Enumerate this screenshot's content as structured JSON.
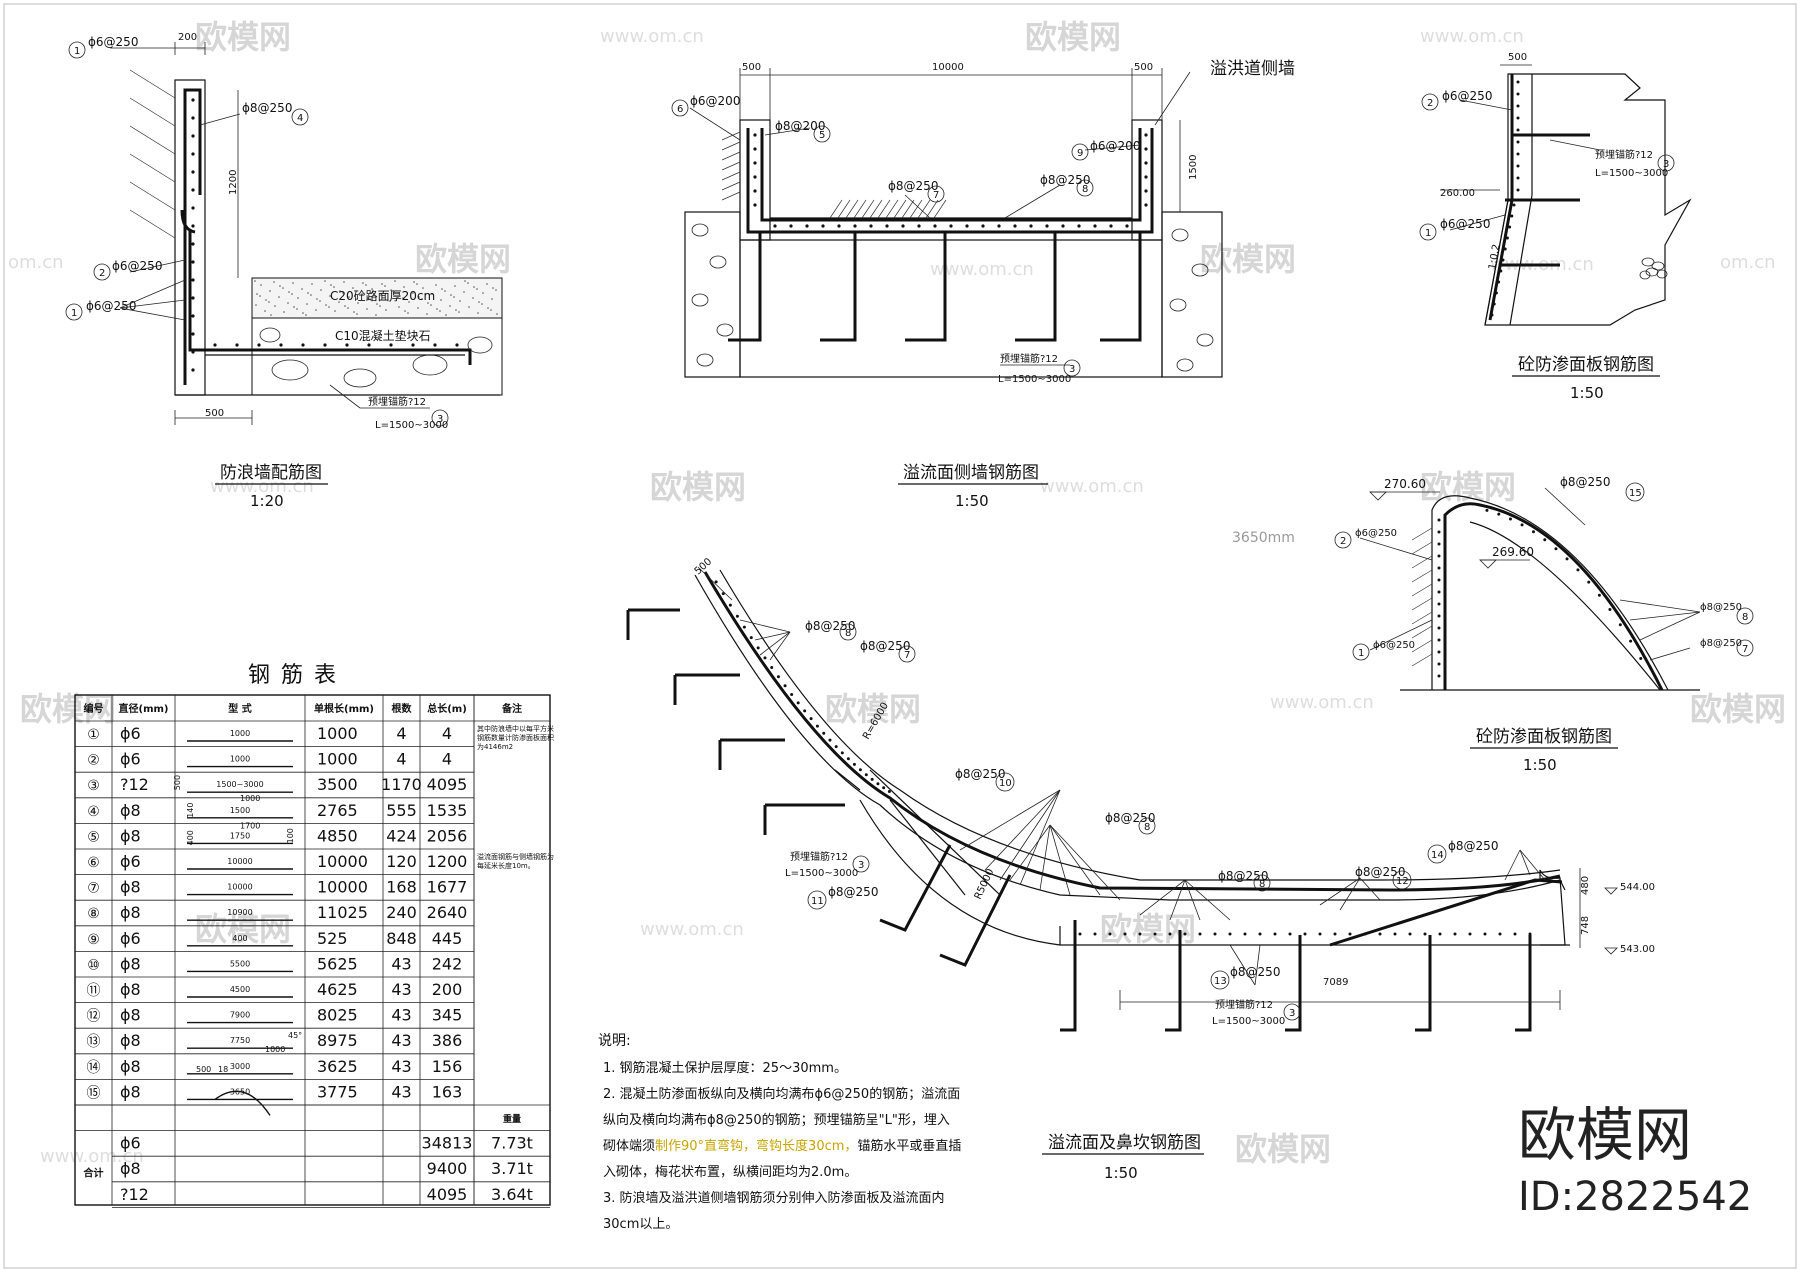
{
  "watermark": {
    "brand": "欧模网",
    "url": "www.om.cn",
    "corner_url": "om.cn"
  },
  "brand": {
    "name": "欧模网",
    "id": "ID:2822542"
  },
  "wave_wall": {
    "title": "防浪墙配筋图",
    "scale": "1:20",
    "labels": {
      "r1_top": "ϕ6@250",
      "dim_200": "200",
      "r4": "ϕ8@250",
      "dim_1200": "1200",
      "r2": "ϕ6@250",
      "r1_bot": "ϕ6@250",
      "c20": "C20砼路面厚20cm",
      "c10": "C10混凝土垫块石",
      "anchor": "预埋锚筋?12",
      "anchor_len": "L=1500~3000",
      "dim_500": "500"
    },
    "marks": {
      "m1a": "1",
      "m4": "4",
      "m2": "2",
      "m1b": "1",
      "m3": "3"
    }
  },
  "side_wall": {
    "title": "溢流面侧墙钢筋图",
    "scale": "1:50",
    "side_label": "溢洪道侧墙",
    "labels": {
      "d500a": "500",
      "d10000": "10000",
      "d500b": "500",
      "r6": "ϕ6@200",
      "r5": "ϕ8@200",
      "r9": "ϕ6@200",
      "d1500": "1500",
      "r7": "ϕ8@250",
      "r8": "ϕ8@250",
      "anchor": "预埋锚筋?12",
      "anchor_len": "L=1500~3000"
    },
    "marks": {
      "m6": "6",
      "m5": "5",
      "m9": "9",
      "m7": "7",
      "m8": "8",
      "m3": "3"
    }
  },
  "seep_plate_top": {
    "title": "砼防渗面板钢筋图",
    "scale": "1:50",
    "labels": {
      "d500": "500",
      "r2": "ϕ6@250",
      "anchor": "预埋锚筋?12",
      "anchor_len": "L=1500~3000",
      "elev": "260.00",
      "r1": "ϕ6@250",
      "slope": "1:0.2"
    },
    "marks": {
      "m2": "2",
      "m3": "3",
      "m1": "1"
    }
  },
  "seep_plate_arc": {
    "title": "砼防渗面板钢筋图",
    "scale": "1:50",
    "dim_note": "3650mm",
    "labels": {
      "elev1": "270.60",
      "elev2": "269.60",
      "r15": "ϕ8@250",
      "r2": "ϕ6@250",
      "r1": "ϕ6@250",
      "r8": "ϕ8@250",
      "r7": "ϕ8@250"
    },
    "marks": {
      "m15": "15",
      "m2": "2",
      "m1": "1",
      "m8": "8",
      "m7": "7"
    }
  },
  "overflow": {
    "title": "溢流面及鼻坎钢筋图",
    "scale": "1:50",
    "labels": {
      "d500": "500",
      "r8a": "ϕ8@250",
      "r7": "ϕ8@250",
      "radius": "R=6000",
      "r10": "ϕ8@250",
      "r8b": "ϕ8@250",
      "r8c": "ϕ8@250",
      "r12": "ϕ8@250",
      "r14": "ϕ8@250",
      "r5000": "R5000",
      "anchor": "预埋锚筋?12",
      "anchor_len": "L=1500~3000",
      "r11": "ϕ8@250",
      "r13": "ϕ8@250",
      "anchor2": "预埋锚筋?12",
      "anchor2_len": "L=1500~3000",
      "d7089": "7089",
      "d480": "480",
      "d748": "748",
      "e544": "544.00",
      "e543": "543.00"
    },
    "marks": {
      "m8a": "8",
      "m7": "7",
      "m10": "10",
      "m3": "3",
      "m11": "11",
      "m8b": "8",
      "m8c": "8",
      "m12": "12",
      "m14": "14",
      "m13": "13",
      "m3b": "3"
    }
  },
  "notes": {
    "heading": "说明:",
    "lines": [
      {
        "pre": "1. 钢筋混凝土保护层厚度：25～30mm。",
        "hl": "",
        "post": ""
      },
      {
        "pre": "2. 混凝土防渗面板纵向及横向均满布ϕ6@250的钢筋；溢流面",
        "hl": "",
        "post": ""
      },
      {
        "pre": "纵向及横向均满布ϕ8@250的钢筋；预埋锚筋呈\"L\"形，埋入",
        "hl": "",
        "post": ""
      },
      {
        "pre": "砌体端须",
        "hl": "制作90°直弯钩，弯钩长度30cm，",
        "post": "锚筋水平或垂直插"
      },
      {
        "pre": "入砌体，梅花状布置，纵横间距均为2.0m。",
        "hl": "",
        "post": ""
      },
      {
        "pre": "3. 防浪墙及溢洪道侧墙钢筋须分别伸入防渗面板及溢流面内",
        "hl": "",
        "post": ""
      },
      {
        "pre": "30cm以上。",
        "hl": "",
        "post": ""
      }
    ]
  },
  "rebar_table": {
    "title": "钢 筋 表",
    "headers": [
      "编号",
      "直径(mm)",
      "型 式",
      "单根长(mm)",
      "根数",
      "总长(m)",
      "备注"
    ],
    "rows": [
      {
        "no": "①",
        "dia": "ϕ6",
        "shape": "1000",
        "len": "1000",
        "count": "4",
        "total": "4",
        "note": "其中防浪墙中以每平方米钢筋数量计防渗面板面积为4146m2"
      },
      {
        "no": "②",
        "dia": "ϕ6",
        "shape": "1000",
        "len": "1000",
        "count": "4",
        "total": "4",
        "note": ""
      },
      {
        "no": "③",
        "dia": "?12",
        "shape": "1500~3000",
        "len": "3500",
        "count": "1170",
        "total": "4095",
        "note": ""
      },
      {
        "no": "④",
        "dia": "ϕ8",
        "shape": "1500",
        "len": "2765",
        "count": "555",
        "total": "1535",
        "note": ""
      },
      {
        "no": "⑤",
        "dia": "ϕ8",
        "shape": "1750",
        "len": "4850",
        "count": "424",
        "total": "2056",
        "note": ""
      },
      {
        "no": "⑥",
        "dia": "ϕ6",
        "shape": "10000",
        "len": "10000",
        "count": "120",
        "total": "1200",
        "note": "溢流面钢筋与侧墙钢筋为每延米长度10m。"
      },
      {
        "no": "⑦",
        "dia": "ϕ8",
        "shape": "10000",
        "len": "10000",
        "count": "168",
        "total": "1677",
        "note": ""
      },
      {
        "no": "⑧",
        "dia": "ϕ8",
        "shape": "10900",
        "len": "11025",
        "count": "240",
        "total": "2640",
        "note": ""
      },
      {
        "no": "⑨",
        "dia": "ϕ6",
        "shape": "400",
        "len": "525",
        "count": "848",
        "total": "445",
        "note": ""
      },
      {
        "no": "⑩",
        "dia": "ϕ8",
        "shape": "5500",
        "len": "5625",
        "count": "43",
        "total": "242",
        "note": ""
      },
      {
        "no": "⑪",
        "dia": "ϕ8",
        "shape": "4500",
        "len": "4625",
        "count": "43",
        "total": "200",
        "note": ""
      },
      {
        "no": "⑫",
        "dia": "ϕ8",
        "shape": "7900",
        "len": "8025",
        "count": "43",
        "total": "345",
        "note": ""
      },
      {
        "no": "⑬",
        "dia": "ϕ8",
        "shape": "7750",
        "len": "8975",
        "count": "43",
        "total": "386",
        "note": ""
      },
      {
        "no": "⑭",
        "dia": "ϕ8",
        "shape": "3000",
        "len": "3625",
        "count": "43",
        "total": "156",
        "note": ""
      },
      {
        "no": "⑮",
        "dia": "ϕ8",
        "shape": "3650",
        "len": "3775",
        "count": "43",
        "total": "163",
        "note": ""
      }
    ],
    "shape_extra": {
      "s3_hook": "500",
      "s4_top": "1000",
      "s4_hook": "140",
      "s5_top": "1700",
      "s5_h1": "400",
      "s5_h2": "100",
      "s13_ang": "45°",
      "s13_d": "1000",
      "s14_a": "500",
      "s14_b": "18"
    },
    "weight_header": "重量",
    "summary_label": "合计",
    "summary": [
      {
        "dia": "ϕ6",
        "total": "34813",
        "weight": "7.73t"
      },
      {
        "dia": "ϕ8",
        "total": "9400",
        "weight": "3.71t"
      },
      {
        "dia": "?12",
        "total": "4095",
        "weight": "3.64t"
      }
    ]
  }
}
